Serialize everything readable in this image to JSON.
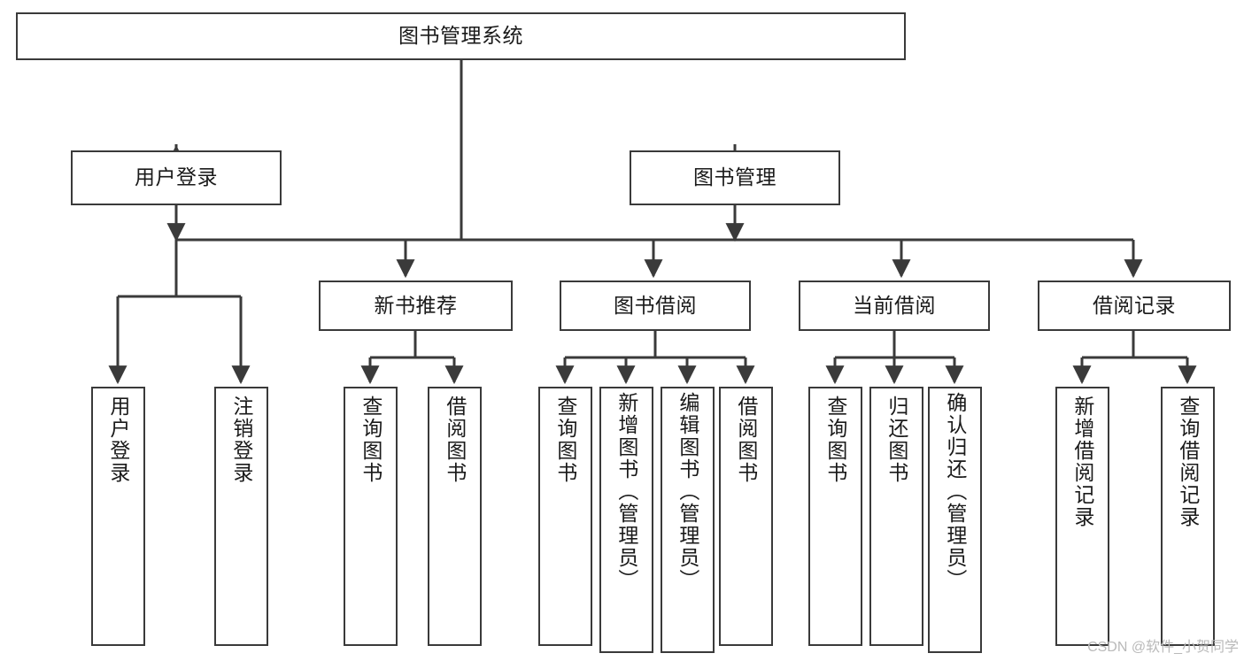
{
  "diagram": {
    "type": "tree-hierarchy-chart",
    "title": "图书管理系统",
    "root": {
      "id": "root",
      "label": "图书管理系统"
    },
    "level2": [
      {
        "id": "user-login",
        "label": "用户登录"
      },
      {
        "id": "book-manage",
        "label": "图书管理"
      }
    ],
    "level3": [
      {
        "id": "new-book-rec",
        "label": "新书推荐"
      },
      {
        "id": "book-borrow",
        "label": "图书借阅"
      },
      {
        "id": "current-borrow",
        "label": "当前借阅"
      },
      {
        "id": "borrow-record",
        "label": "借阅记录"
      }
    ],
    "leaves": {
      "user_login": [
        {
          "id": "leaf-user-login",
          "label": "用户登录"
        },
        {
          "id": "leaf-logout-login",
          "label": "注销登录"
        }
      ],
      "new_book_rec": [
        {
          "id": "leaf-query-book-1",
          "label": "查询图书"
        },
        {
          "id": "leaf-borrow-book-1",
          "label": "借阅图书"
        }
      ],
      "book_borrow": [
        {
          "id": "leaf-query-book-2",
          "label": "查询图书"
        },
        {
          "id": "leaf-add-book",
          "label": "新增图书（管理员）"
        },
        {
          "id": "leaf-edit-book",
          "label": "编辑图书（管理员）"
        },
        {
          "id": "leaf-borrow-book-2",
          "label": "借阅图书"
        }
      ],
      "current_borrow": [
        {
          "id": "leaf-query-book-3",
          "label": "查询图书"
        },
        {
          "id": "leaf-return-book",
          "label": "归还图书"
        },
        {
          "id": "leaf-confirm-return",
          "label": "确认归还（管理员）"
        }
      ],
      "borrow_record": [
        {
          "id": "leaf-add-record",
          "label": "新增借阅记录"
        },
        {
          "id": "leaf-query-record",
          "label": "查询借阅记录"
        }
      ]
    }
  },
  "watermark": {
    "text": "CSDN @软件_小贺同学"
  },
  "colors": {
    "stroke": "#3a3a3a",
    "fill": "#ffffff",
    "text": "#1a1a1a",
    "watermark": "#b9b9b9"
  }
}
